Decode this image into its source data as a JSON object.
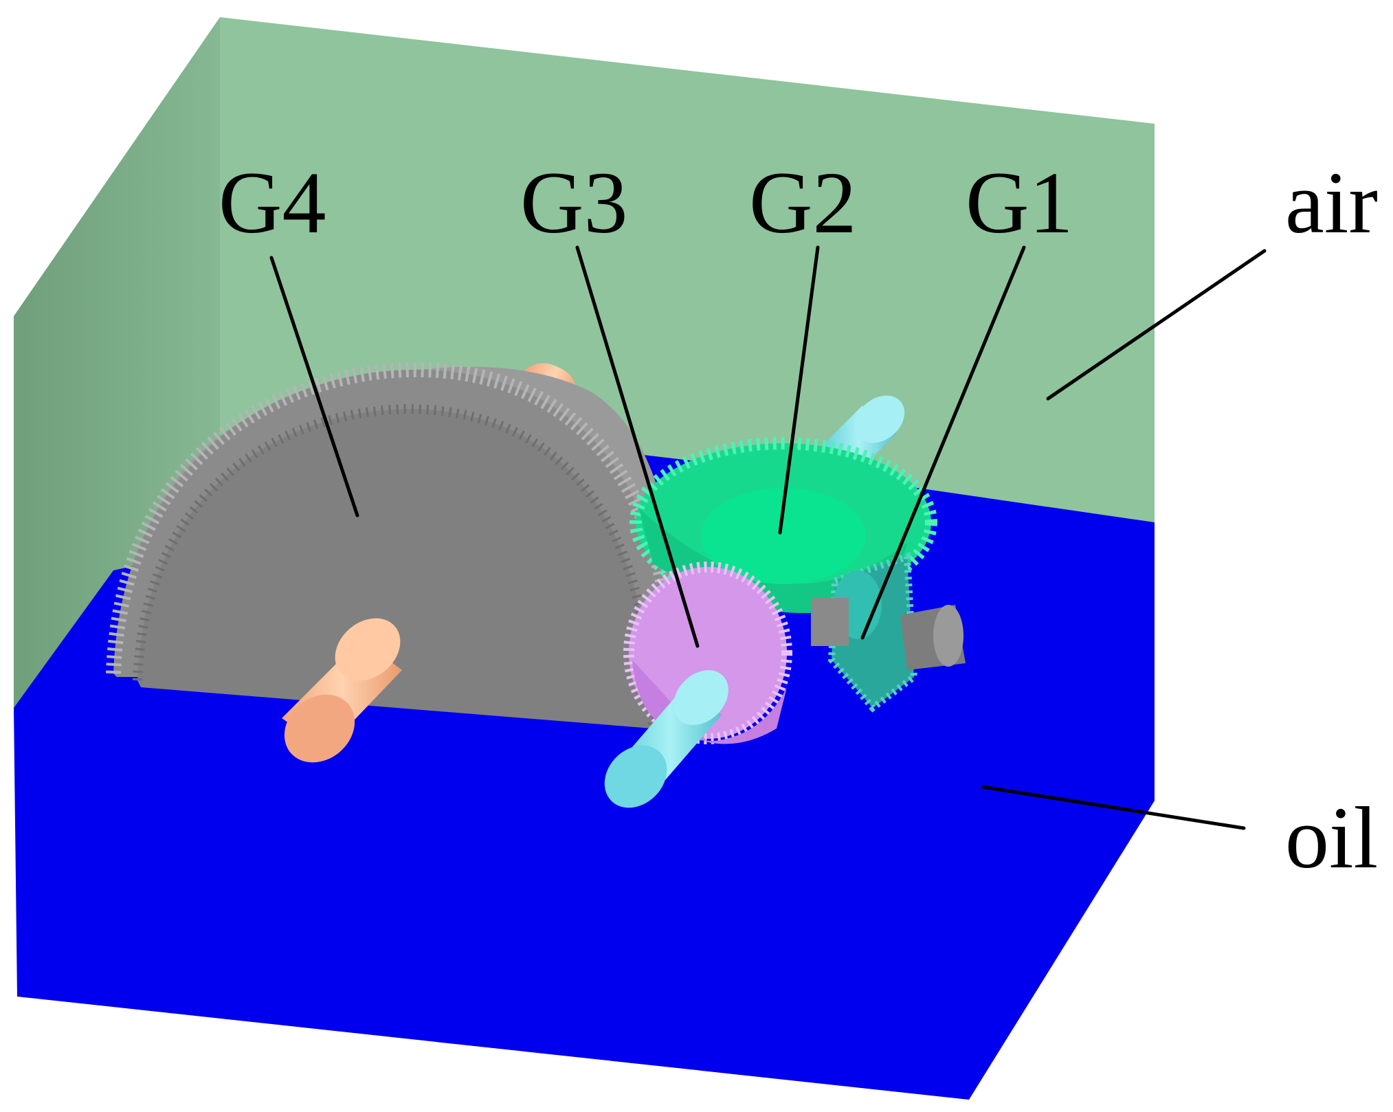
{
  "labels": {
    "g4": "G4",
    "g3": "G3",
    "g2": "G2",
    "g1": "G1",
    "air": "air",
    "oil": "oil"
  },
  "colors": {
    "air": "#8fc49c",
    "air_side": "#7fae8a",
    "oil": "#0000f0",
    "g4_gear": "#808080",
    "g3_gear": "#d99ef0",
    "g2_gear": "#1de89a",
    "g1_gear": "#2bb5a8",
    "shaft_orange": "#f7b98f",
    "shaft_cyan": "#7fe0e8",
    "shaft_gray": "#8a8a8a"
  }
}
